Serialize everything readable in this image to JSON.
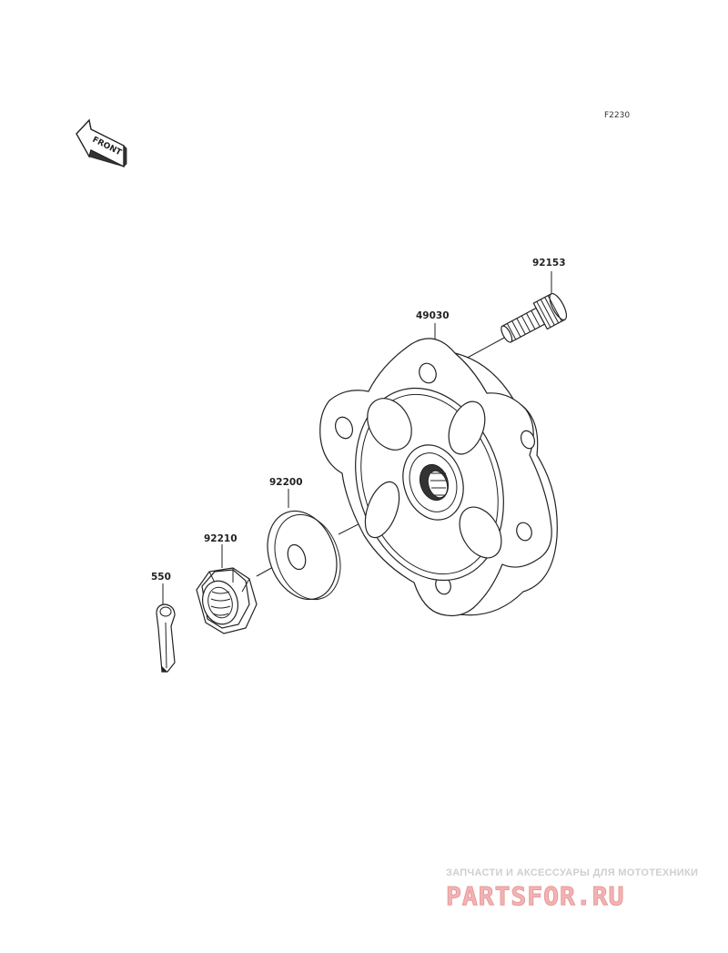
{
  "diagram": {
    "code": "F2230",
    "front_label": "FRONT",
    "parts": [
      {
        "number": "92153",
        "icon": "wheel-stud-icon"
      },
      {
        "number": "49030",
        "icon": "hub-icon"
      },
      {
        "number": "92200",
        "icon": "washer-icon"
      },
      {
        "number": "92210",
        "icon": "nut-icon"
      },
      {
        "number": "550",
        "icon": "cotter-pin-icon"
      }
    ]
  },
  "watermark": {
    "tagline": "ЗАПЧАСТИ И АКСЕССУАРЫ ДЛЯ МОТОТЕХНИКИ",
    "logo": "PARTSFOR.RU",
    "color": "#e89a9a"
  }
}
